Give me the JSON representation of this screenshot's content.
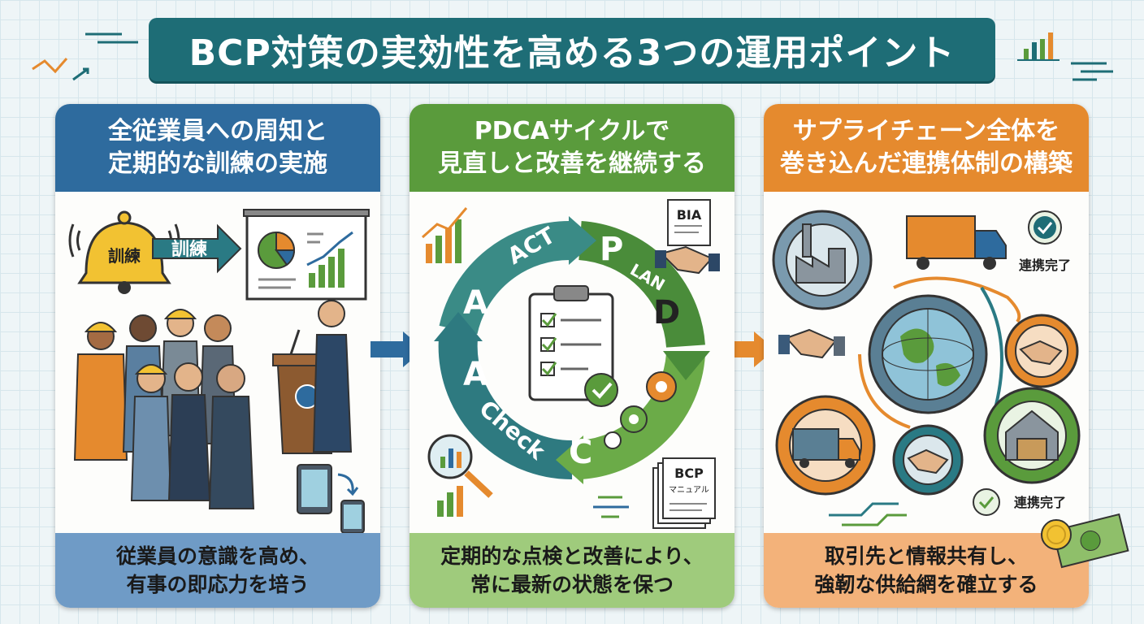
{
  "title": "BCP対策の実効性を高める3つの運用ポイント",
  "colors": {
    "teal": "#1e6d76",
    "blue": "#2e6b9e",
    "green": "#5a9b3c",
    "orange": "#e58a2e"
  },
  "panels": [
    {
      "header": [
        "全従業員への周知と",
        "定期的な訓練の実施"
      ],
      "footer": [
        "従業員の意識を高め、",
        "有事の即応力を培う"
      ],
      "labels": {
        "bell": "訓練",
        "arrow": "訓練"
      },
      "icons": [
        "alarm-bell-icon",
        "presentation-board-icon",
        "podium-icon",
        "tablet-icon",
        "smartphone-icon"
      ]
    },
    {
      "header": [
        "PDCAサイクルで",
        "見直しと改善を継続する"
      ],
      "footer": [
        "定期的な点検と改善により、",
        "常に最新の状態を保つ"
      ],
      "labels": {
        "act": "ACT",
        "plan": "LAN",
        "plan_letter": "P",
        "d": "D",
        "c": "C",
        "a1": "A",
        "a2": "A",
        "check": "Check",
        "bia": "BIA",
        "bcp": "BCP",
        "manual": "マニュアル"
      },
      "icons": [
        "clipboard-checklist-icon",
        "gear-icon",
        "magnifier-chart-icon",
        "handshake-icon"
      ]
    },
    {
      "header": [
        "サプライチェーン全体を",
        "巻き込んだ連携体制の構築"
      ],
      "footer": [
        "取引先と情報共有し、",
        "強靭な供給網を確立する"
      ],
      "labels": {
        "done1": "連携完了",
        "done2": "連携完了"
      },
      "icons": [
        "factory-gear-icon",
        "truck-icon",
        "globe-gear-icon",
        "handshake-icon",
        "warehouse-gear-icon",
        "money-icon"
      ]
    }
  ]
}
